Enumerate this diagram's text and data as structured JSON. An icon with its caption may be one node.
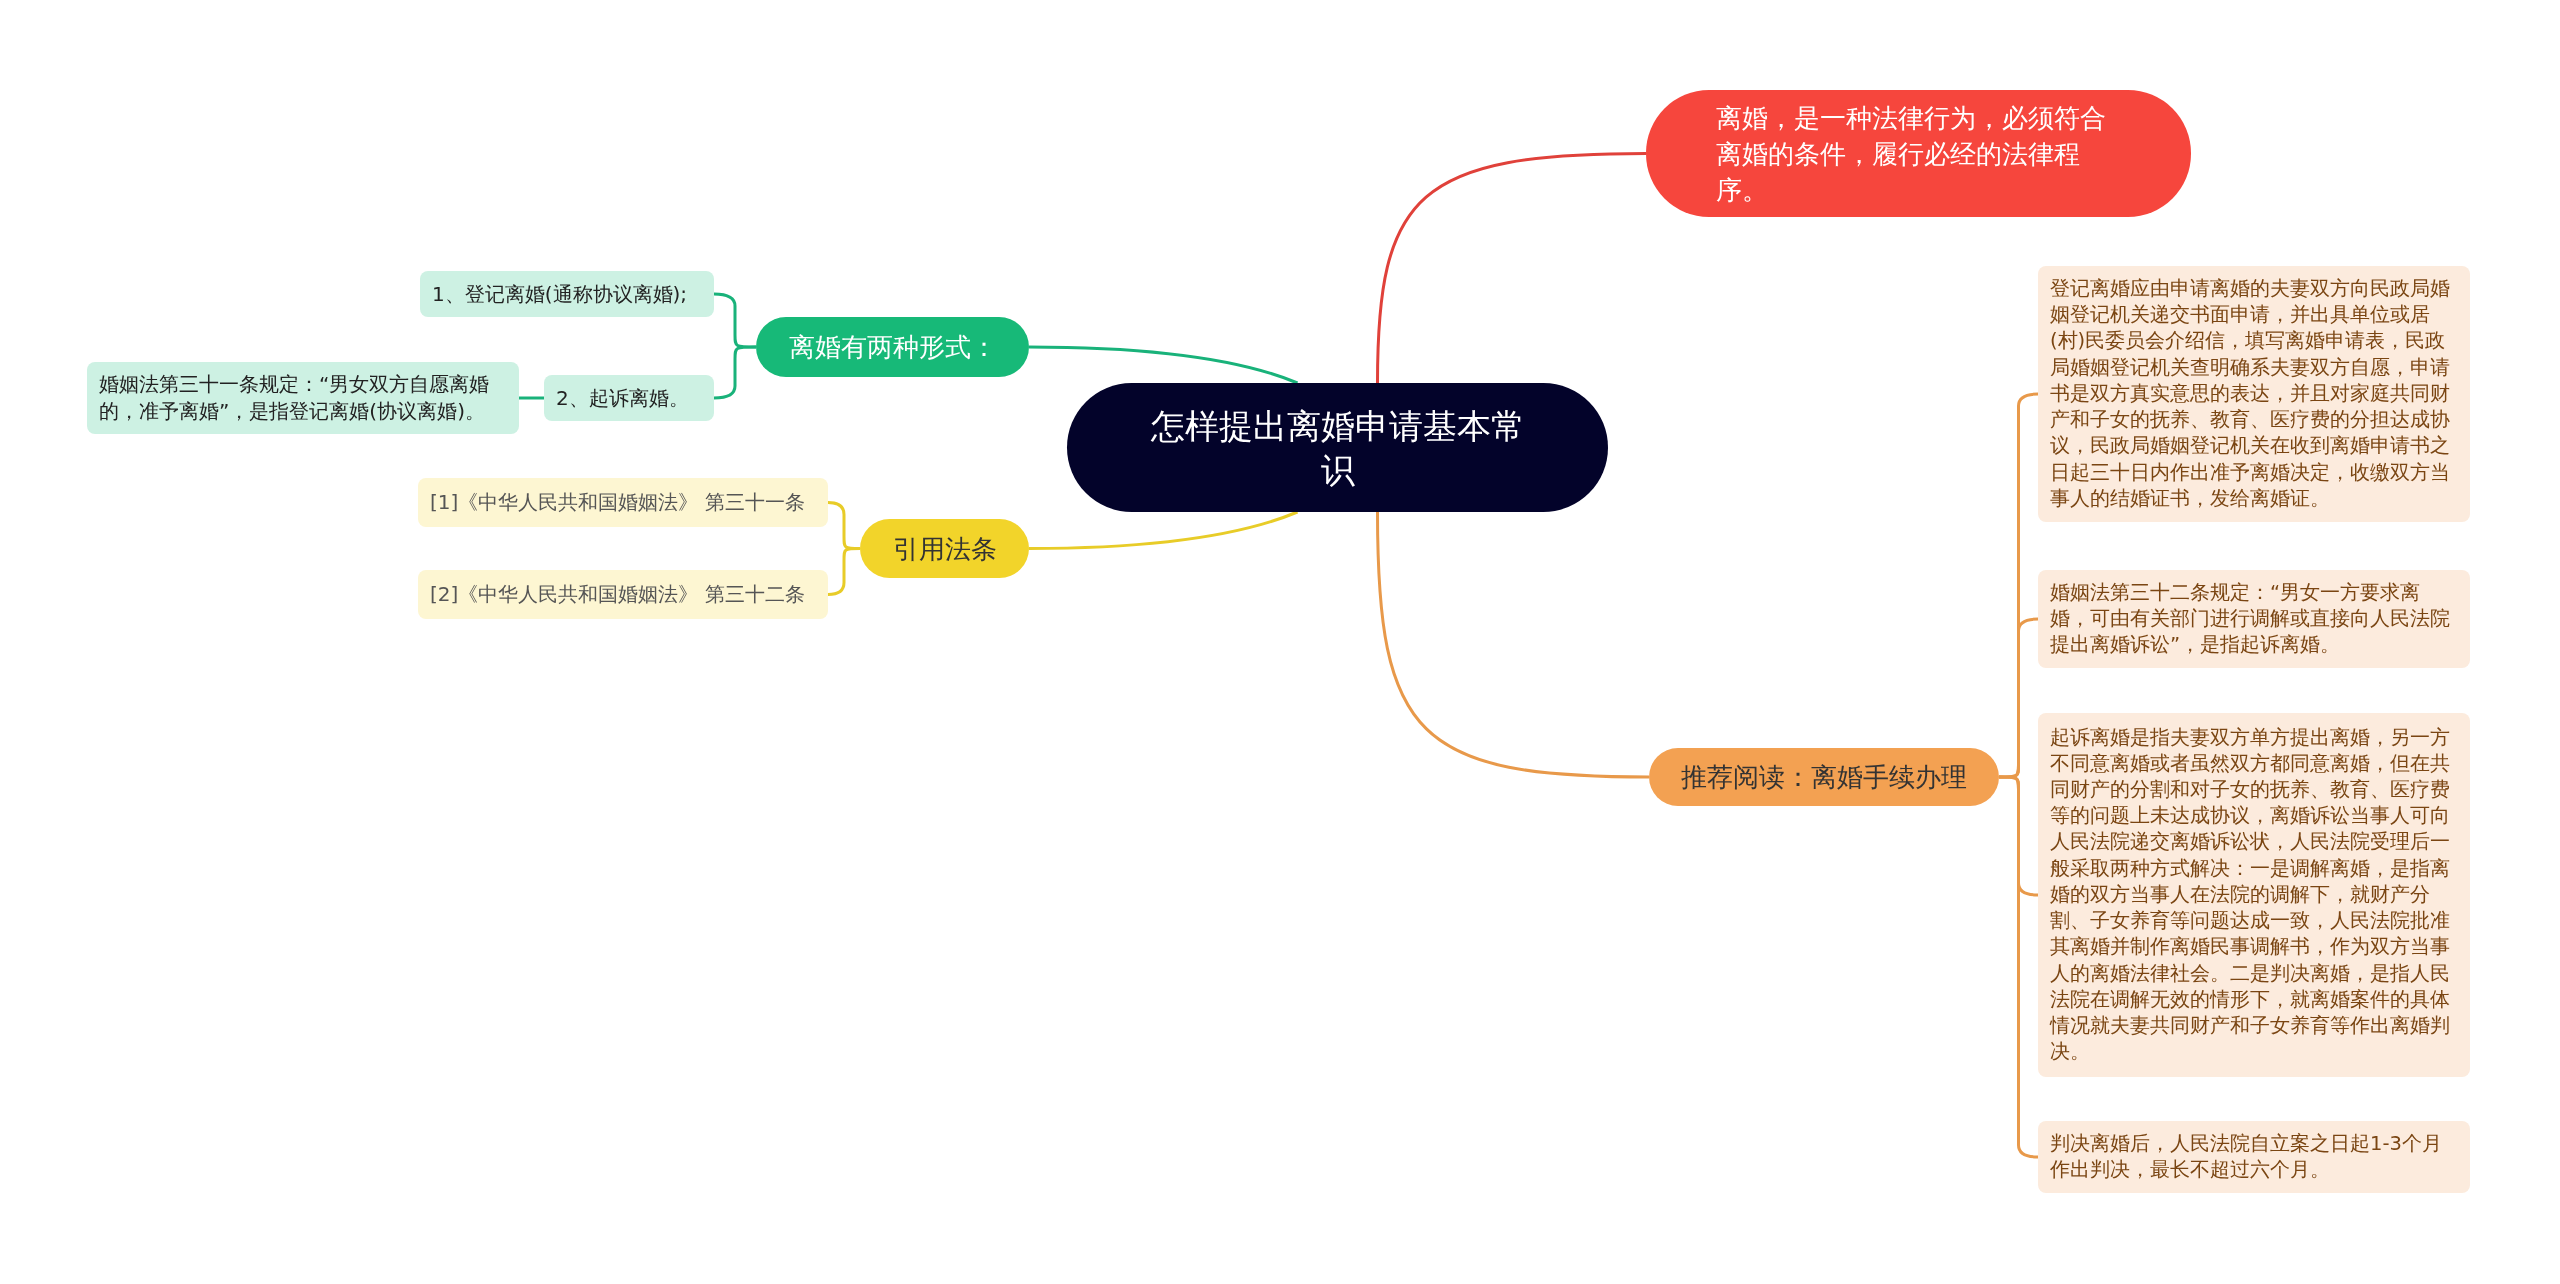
{
  "diagram": {
    "nodes": [
      {
        "text": [
          "怎样提出离婚申请基本常识"
        ]
      },
      {
        "text": [
          "离婚，是一种法律行为，必须符合离婚的条件，履行必经的法律程序。"
        ]
      },
      {
        "text": [
          "离婚有两种形式："
        ]
      },
      {
        "text": [
          "1、登记离婚(通称协议离婚);"
        ]
      },
      {
        "text": [
          "2、起诉离婚。"
        ]
      },
      {
        "text": [
          "婚姻法第三十一条规定：“男女双方自愿离婚的，准予离婚”，是指登记离婚(协议离婚)。"
        ]
      },
      {
        "text": [
          "引用法条"
        ]
      },
      {
        "text": [
          "[1]《中华人民共和国婚姻法》 第三十一条"
        ]
      },
      {
        "text": [
          "[2]《中华人民共和国婚姻法》 第三十二条"
        ]
      },
      {
        "text": [
          "推荐阅读：离婚手续办理"
        ]
      },
      {
        "text": [
          "登记离婚应由申请离婚的夫妻双方向民政局婚姻登记机关递交书面申请，并出具单位或居(村)民委员会介绍信，填写离婚申请表，民政局婚姻登记机关查明确系夫妻双方自愿，申请书是双方真实意思的表达，并且对家庭共同财产和子女的抚养、教育、医疗费的分担达成协议，民政局婚姻登记机关在收到离婚申请书之日起三十日内作出准予离婚决定，收缴双方当事人的结婚证书，发给离婚证。"
        ]
      },
      {
        "text": [
          "婚姻法第三十二条规定：“男女一方要求离婚，可由有关部门进行调解或直接向人民法院提出离婚诉讼”，是指起诉离婚。"
        ]
      },
      {
        "text": [
          "起诉离婚是指夫妻双方单方提出离婚，另一方不同意离婚或者虽然双方都同意离婚，但在共同财产的分割和对子女的抚养、教育、医疗费等的问题上未达成协议，离婚诉讼当事人可向人民法院递交离婚诉讼状，人民法院受理后一般采取两种方式解决：一是调解离婚，是指离婚的双方当事人在法院的调解下，就财产分割、子女养育等问题达成一致，人民法院批准其离婚并制作离婚民事调解书，作为双方当事人的离婚法律社会。二是判决离婚，是指人民法院在调解无效的情形下，就离婚案件的具体情况就夫妻共同财产和子女养育等作出离婚判决。"
        ]
      },
      {
        "text": [
          "判决离婚后，人民法院自立案之日起1-3个月作出判决，最长不超过六个月。"
        ]
      }
    ],
    "edges": [
      {
        "from": 0,
        "to": 1,
        "arrow": "none",
        "color": "#e0413a"
      },
      {
        "from": 0,
        "to": 2,
        "arrow": "none",
        "color": "#19b27a"
      },
      {
        "from": 2,
        "to": 3,
        "arrow": "none",
        "color": "#19b27a"
      },
      {
        "from": 2,
        "to": 4,
        "arrow": "none",
        "color": "#19b27a"
      },
      {
        "from": 4,
        "to": 5,
        "arrow": "none",
        "color": "#19b27a"
      },
      {
        "from": 0,
        "to": 6,
        "arrow": "none",
        "color": "#e8cc28"
      },
      {
        "from": 6,
        "to": 7,
        "arrow": "none",
        "color": "#e8cc28"
      },
      {
        "from": 6,
        "to": 8,
        "arrow": "none",
        "color": "#e8cc28"
      },
      {
        "from": 0,
        "to": 9,
        "arrow": "none"
      },
      {
        "from": 9,
        "to": 10,
        "arrow": "none"
      },
      {
        "from": 9,
        "to": 11,
        "arrow": "none"
      },
      {
        "from": 9,
        "to": 12,
        "arrow": "none"
      },
      {
        "from": 9,
        "to": 13,
        "arrow": "none"
      }
    ]
  }
}
